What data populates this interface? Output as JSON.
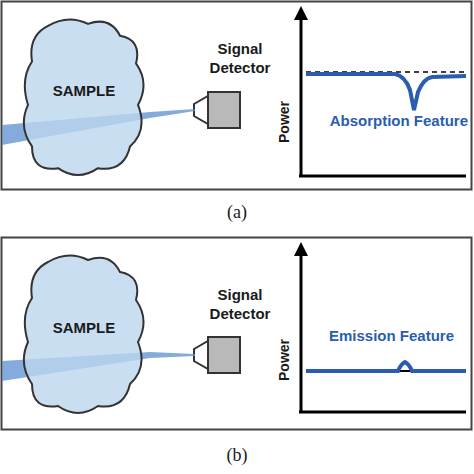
{
  "diagram": {
    "nodes": [
      {
        "text": [
          "SAMPLE"
        ]
      },
      {
        "text": [
          "Signal Detector"
        ]
      },
      {
        "text": [
          "SAMPLE"
        ]
      },
      {
        "text": [
          "Signal Detector"
        ]
      }
    ],
    "edges": [
      {
        "from": 0,
        "to": 1,
        "arrow": "none"
      },
      {
        "from": 2,
        "to": 3,
        "arrow": "none"
      }
    ],
    "labels": [
      "Power",
      "Absorption Feature",
      "(a)",
      "Power",
      "Emission Feature",
      "(b)"
    ]
  }
}
